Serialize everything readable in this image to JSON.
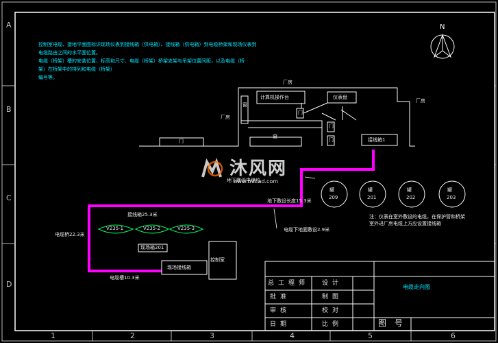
{
  "notes": {
    "line1": "控制室电缆、接地平面图标识现场仪表到接线箱（供电箱）、接线箱（供电箱）到电缆桥架和现场仪表到",
    "line2": "电缆路由之间的水平面位置。",
    "line3": "电缆（桥架）槽的安装位置、标高和尺寸、电缆（桥架）桥架支架与吊架位置间距，以及电缆（桥",
    "line4": "架）在桥架中的排列和电缆（桥架）",
    "line5": "编号等。"
  },
  "grid": {
    "rows": [
      "A",
      "B",
      "C",
      "D"
    ],
    "cols": [
      "1",
      "2",
      "3",
      "4",
      "5",
      "6"
    ]
  },
  "north": "N",
  "building": {
    "factory_top": "厂房",
    "factory_left": "厂房",
    "factory_right": "厂房",
    "computer_room": "计算机操作台",
    "instrument": "仪表盘",
    "window1": "窗",
    "window2": "窗",
    "door1": "门",
    "door2": "门",
    "door3": "门",
    "door4": "门",
    "junction_box1": "接线箱1"
  },
  "cable_labels": {
    "route_upper": "地下敷设电缆约",
    "route_mid": "地下敷设长度15.3米",
    "route_left_top": "接线箱25.3米",
    "route_left_side": "电缆桥22.3米",
    "route_bottom": "电缆槽10.3米",
    "route_diag": "电缆下地面敷设2.9米"
  },
  "valves": [
    "V235-1",
    "V235-2",
    "V235-3"
  ],
  "local_box": "现场箱201",
  "control_room": "控制室",
  "field_box": "现场接线箱",
  "tanks": [
    {
      "name": "罐",
      "num": "209"
    },
    {
      "name": "罐",
      "num": "201"
    },
    {
      "name": "罐",
      "num": "202"
    },
    {
      "name": "罐",
      "num": "203"
    }
  ],
  "note_text": {
    "line1": "注：仪表在室外敷设的电缆，在保护管和桥架",
    "line2": "室外进厂房电缆上方应设置接线箱"
  },
  "title_block": {
    "project_title": "电缆走向图",
    "chief_engineer": "总工程师",
    "design": "设计",
    "approve": "批准",
    "draw": "制图",
    "review": "审核",
    "check": "校对",
    "date": "日期",
    "scale": "比例",
    "drawing_no": "图 号"
  },
  "watermark": {
    "brand": "沐风网",
    "url": "www.mfcad.com"
  },
  "colors": {
    "background": "#000000",
    "cable_route": "#ff00ff",
    "note_text": "#00e8ff",
    "valve_outline": "#00ff66",
    "line": "#ffffff"
  }
}
